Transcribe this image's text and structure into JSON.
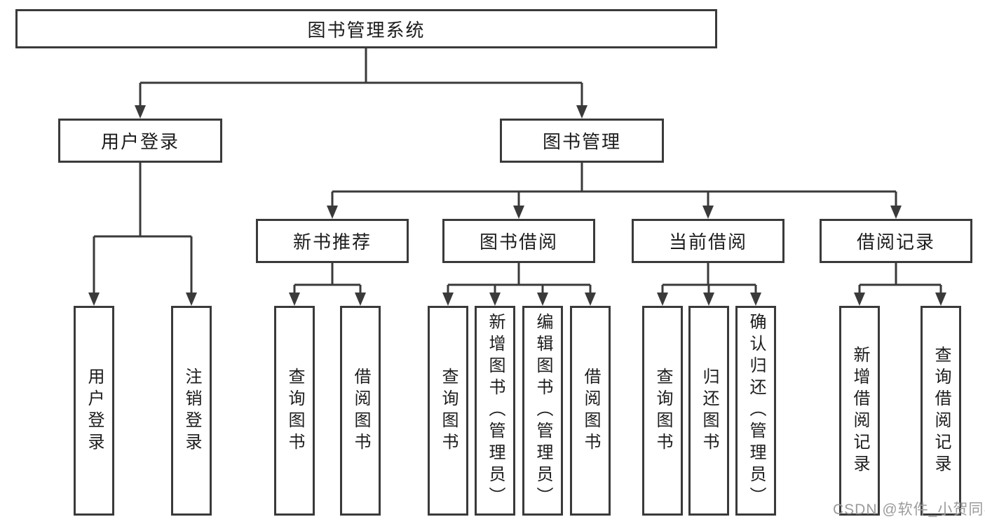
{
  "colors": {
    "background": "#ffffff",
    "box_border": "#3a3a3a",
    "connector_line": "#3a3a3a",
    "node_text": "#1c1c1c",
    "watermark_text": "#9b9b9b"
  },
  "diagram": {
    "root": "图书管理系统",
    "branches": [
      {
        "label": "用户登录",
        "children": [
          "用户登录",
          "注销登录"
        ]
      },
      {
        "label": "图书管理",
        "children": [
          {
            "label": "新书推荐",
            "children": [
              "查询图书",
              "借阅图书"
            ]
          },
          {
            "label": "图书借阅",
            "children": [
              "查询图书",
              "新增图书（管理员）",
              "编辑图书（管理员）",
              "借阅图书"
            ]
          },
          {
            "label": "当前借阅",
            "children": [
              "查询图书",
              "归还图书",
              "确认归还（管理员）"
            ]
          },
          {
            "label": "借阅记录",
            "children": [
              "新增借阅记录",
              "查询借阅记录"
            ]
          }
        ]
      }
    ]
  },
  "watermark": "CSDN @软件_小贺同学"
}
